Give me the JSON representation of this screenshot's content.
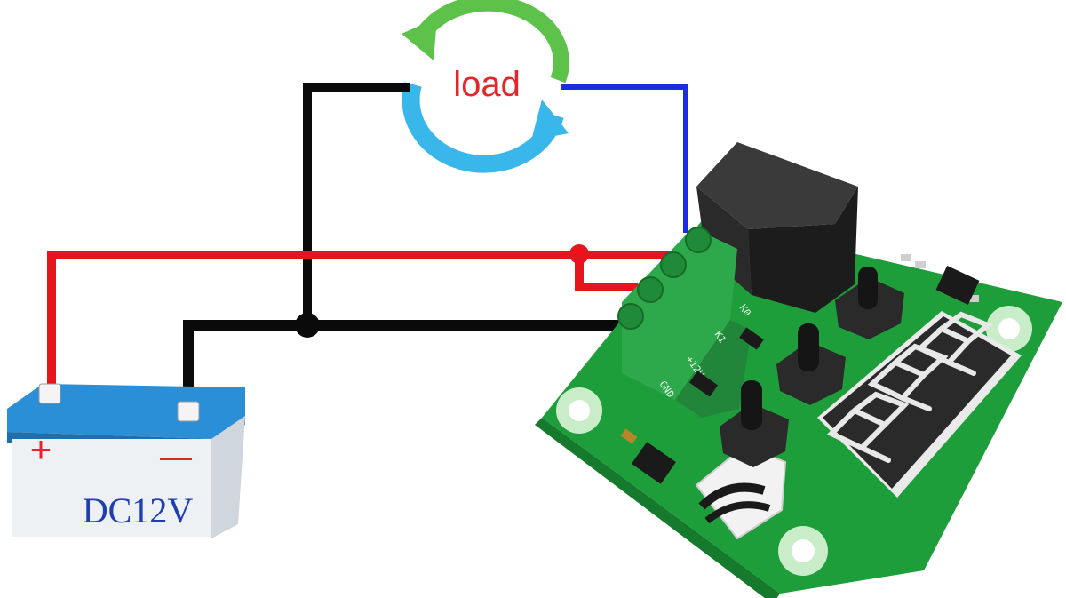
{
  "load": {
    "label": "load"
  },
  "battery": {
    "label": "DC12V",
    "positive_sign": "+",
    "negative_sign": "—"
  },
  "board": {
    "silkscreen": [
      "K0",
      "K1",
      "+12V",
      "GND"
    ]
  },
  "colors": {
    "wire_positive": "#e8141b",
    "wire_ground": "#0a0a0a",
    "wire_load": "#1a2ee0",
    "arrow_green": "#5cc24a",
    "arrow_blue": "#39b6ea",
    "pcb": "#1e9e3a",
    "terminal": "#2da84a",
    "battery_top": "#2a8fd6",
    "battery_body": "#eef1f4",
    "display": "#2a2a2a",
    "segment_off": "#e8e8e8"
  }
}
